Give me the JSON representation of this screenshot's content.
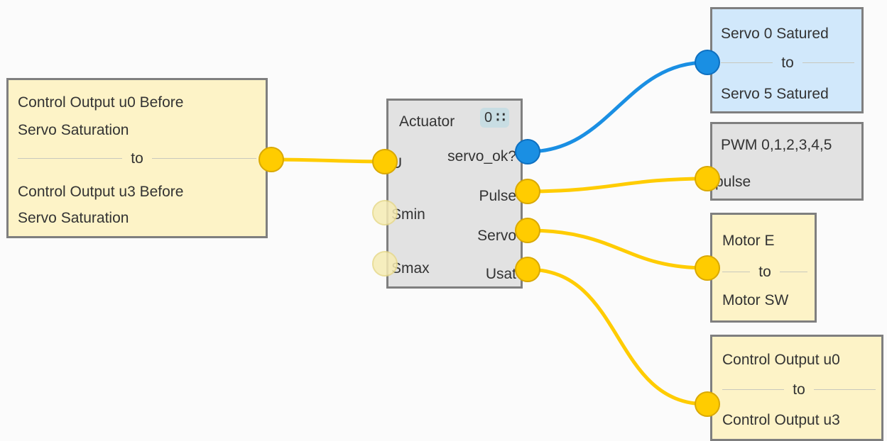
{
  "colors": {
    "wire_yellow": "#ffcc00",
    "wire_blue": "#1a8fe3",
    "border": "#7f7f7f"
  },
  "source": {
    "line1": "Control Output u0 Before",
    "line2": "Servo Saturation",
    "sep": "to",
    "line3": "Control Output u3 Before",
    "line4": "Servo Saturation"
  },
  "actuator": {
    "title": "Actuator",
    "badge_count": "0",
    "badge_icon": "rss-feed-icon",
    "inputs": {
      "u": "U",
      "smin": "Smin",
      "smax": "Smax"
    },
    "outputs": {
      "servo_ok": "servo_ok?",
      "pulse": "Pulse",
      "servo": "Servo",
      "usat": "Usat"
    }
  },
  "servo_sat": {
    "line1": "Servo 0 Satured",
    "sep": "to",
    "line2": "Servo 5 Satured"
  },
  "pwm": {
    "title": "PWM 0,1,2,3,4,5",
    "port": "pulse"
  },
  "motor": {
    "line1": "Motor E",
    "sep": "to",
    "line2": "Motor SW"
  },
  "control_out": {
    "line1": "Control Output u0",
    "sep": "to",
    "line2": "Control Output u3"
  }
}
